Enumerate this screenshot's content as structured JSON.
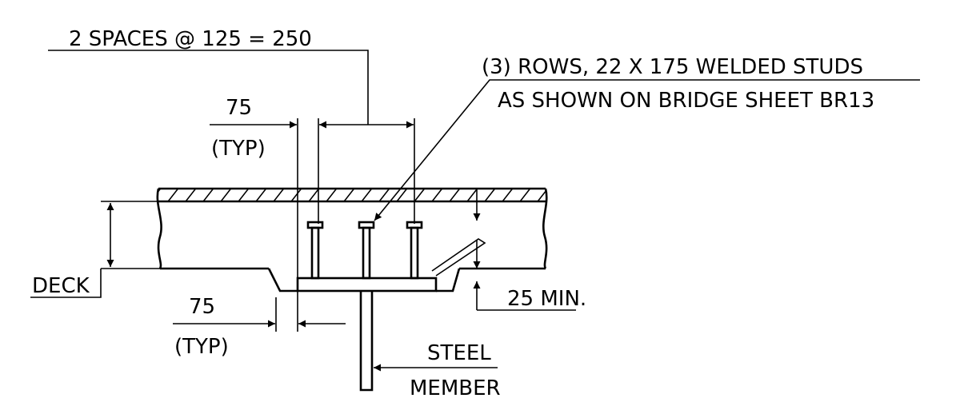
{
  "labels": {
    "spacing": "2 SPACES @ 125 = 250",
    "studs_line1": "(3) ROWS, 22 X 175 WELDED STUDS",
    "studs_line2": "AS SHOWN ON BRIDGE SHEET BR13",
    "edge_top_value": "75",
    "edge_top_typ": "(TYP)",
    "edge_bottom_value": "75",
    "edge_bottom_typ": "(TYP)",
    "deck": "DECK",
    "min_haunch": "25 MIN.",
    "steel_line1": "STEEL",
    "steel_line2": "MEMBER"
  }
}
